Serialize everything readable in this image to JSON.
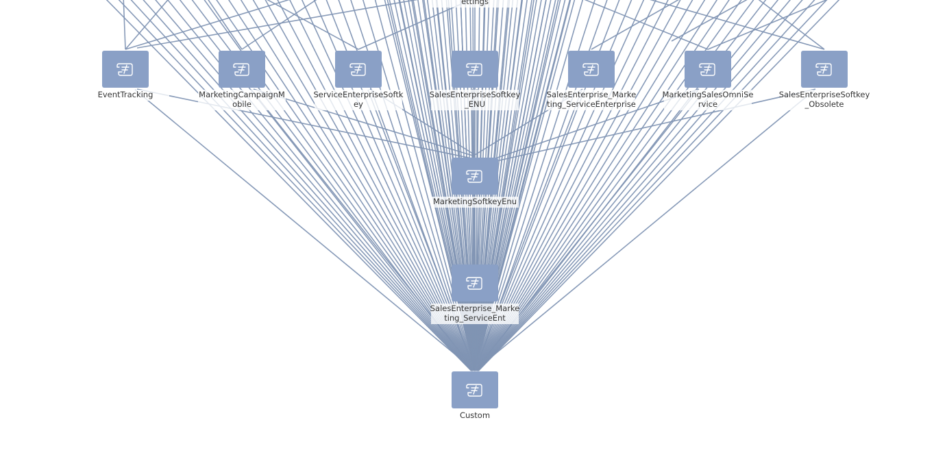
{
  "diagram": {
    "colors": {
      "edge": "#7f93b3",
      "node": "#8aa0c6",
      "icon": "#ffffff",
      "label": "#333333",
      "background": "#ffffff"
    },
    "node_icon": "package-scroll-icon",
    "nodes": [
      {
        "id": "top-partial",
        "label_lines": [
          "ettings"
        ]
      },
      {
        "id": "event-tracking",
        "label_lines": [
          "EventTracking"
        ]
      },
      {
        "id": "marketing-campaign-mobile",
        "label_lines": [
          "MarketingCampaignM",
          "obile"
        ]
      },
      {
        "id": "service-enterprise-softkey",
        "label_lines": [
          "ServiceEnterpriseSoftk",
          "ey"
        ]
      },
      {
        "id": "sales-enterprise-softkey-enu",
        "label_lines": [
          "SalesEnterpriseSoftkey",
          "_ENU"
        ]
      },
      {
        "id": "sales-enterprise-marketing-serviceenterprise",
        "label_lines": [
          "SalesEnterprise_Marke",
          "ting_ServiceEnterprise"
        ]
      },
      {
        "id": "marketing-sales-omniservice",
        "label_lines": [
          "MarketingSalesOmniSe",
          "rvice"
        ]
      },
      {
        "id": "sales-enterprise-softkey-obsolete",
        "label_lines": [
          "SalesEnterpriseSoftkey",
          "_Obsolete"
        ]
      },
      {
        "id": "marketing-softkey-enu",
        "label_lines": [
          "MarketingSoftkeyEnu"
        ]
      },
      {
        "id": "sales-enterprise-marketing-serviceent",
        "label_lines": [
          "SalesEnterprise_Marke",
          "ting_ServiceEnt"
        ]
      },
      {
        "id": "custom",
        "label_lines": [
          "Custom"
        ]
      }
    ]
  }
}
